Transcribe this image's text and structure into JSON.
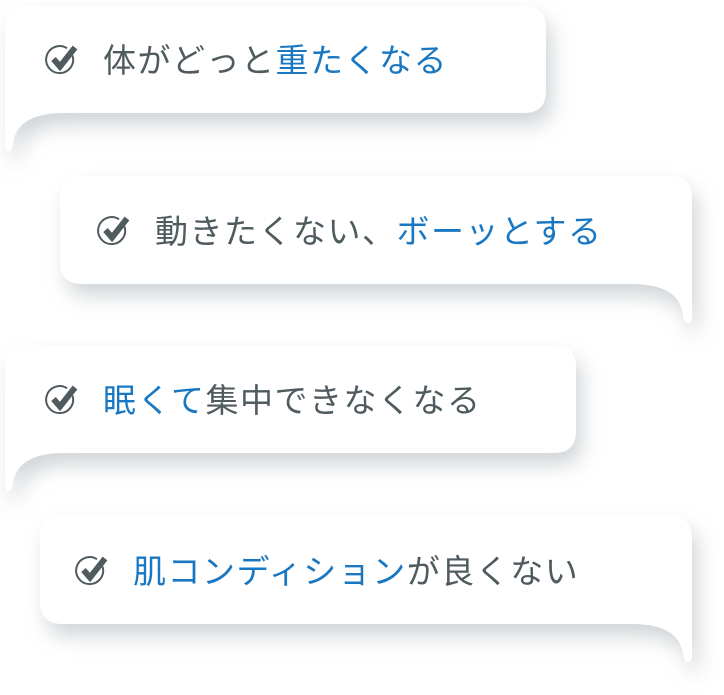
{
  "colors": {
    "text_gray": "#4f5b5f",
    "text_blue": "#1a78c2",
    "bubble_fill": "#ffffff",
    "icon": "#4f5b5f"
  },
  "icon": "check-circle-icon",
  "bubbles": [
    {
      "tail": "bottom-left",
      "segments": [
        {
          "text": "体がどっと",
          "style": "gray"
        },
        {
          "text": "重たくなる",
          "style": "blue"
        }
      ]
    },
    {
      "tail": "bottom-right",
      "segments": [
        {
          "text": "動きたくない、",
          "style": "gray"
        },
        {
          "text": "ボーッとする",
          "style": "blue"
        }
      ]
    },
    {
      "tail": "bottom-left",
      "segments": [
        {
          "text": "眠くて",
          "style": "blue"
        },
        {
          "text": "集中できなくなる",
          "style": "gray"
        }
      ]
    },
    {
      "tail": "bottom-right",
      "segments": [
        {
          "text": "肌コンディション",
          "style": "blue"
        },
        {
          "text": "が良くない",
          "style": "gray"
        }
      ]
    }
  ]
}
